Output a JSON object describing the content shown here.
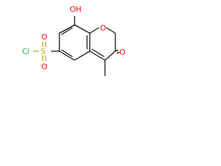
{
  "molecule": {
    "atoms": {
      "hydroxyl": "OH",
      "chlorine": "Cl",
      "sulfur": "S",
      "sulfonyl_o_top": "O",
      "sulfonyl_o_bottom": "O",
      "ring_oxygen": "O",
      "carbonyl_oxygen": "O"
    },
    "colors": {
      "carbon_bonds": "#000000",
      "oxygen": "#ff0000",
      "sulfur": "#b8a200",
      "chlorine": "#1fa81f"
    }
  }
}
